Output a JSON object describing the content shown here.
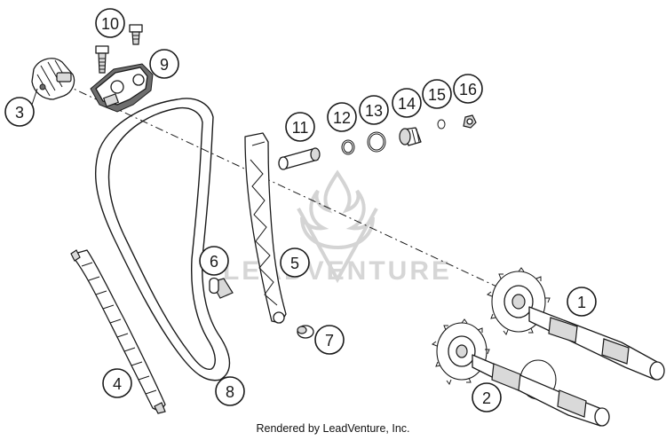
{
  "diagram": {
    "callouts": [
      {
        "id": "1",
        "label": "1"
      },
      {
        "id": "2",
        "label": "2"
      },
      {
        "id": "3",
        "label": "3"
      },
      {
        "id": "4",
        "label": "4"
      },
      {
        "id": "5",
        "label": "5"
      },
      {
        "id": "6",
        "label": "6"
      },
      {
        "id": "7",
        "label": "7"
      },
      {
        "id": "8",
        "label": "8"
      },
      {
        "id": "9",
        "label": "9"
      },
      {
        "id": "10",
        "label": "10"
      },
      {
        "id": "11",
        "label": "11"
      },
      {
        "id": "12",
        "label": "12"
      },
      {
        "id": "13",
        "label": "13"
      },
      {
        "id": "14",
        "label": "14"
      },
      {
        "id": "15",
        "label": "15"
      },
      {
        "id": "16",
        "label": "16"
      }
    ]
  },
  "watermark": {
    "text": "LEADVENTURE",
    "color": "#c8c8c8"
  },
  "footer": {
    "rendered_by": "Rendered by LeadVenture, Inc."
  }
}
